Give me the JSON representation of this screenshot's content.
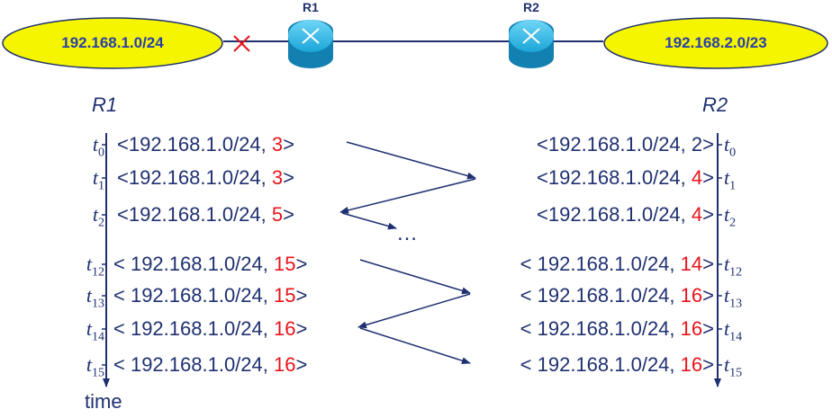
{
  "topology": {
    "left_network": "192.168.1.0/24",
    "right_network": "192.168.2.0/23",
    "routers": [
      "R1",
      "R2"
    ],
    "link_failure_icon": "red-x-icon"
  },
  "timeline": {
    "left_label": "R1",
    "right_label": "R2",
    "time_label": "time",
    "ellipsis": "…",
    "rows": [
      {
        "t": "t",
        "sub": "0",
        "r1_prefix": "<192.168.1.0/24, ",
        "r1_metric": "3",
        "r2_prefix": "<192.168.1.0/24, ",
        "r2_metric": "2",
        "r1_red": true,
        "r2_red": false
      },
      {
        "t": "t",
        "sub": "1",
        "r1_prefix": "<192.168.1.0/24, ",
        "r1_metric": "3",
        "r2_prefix": "<192.168.1.0/24, ",
        "r2_metric": "4",
        "r1_red": true,
        "r2_red": true
      },
      {
        "t": "t",
        "sub": "2",
        "r1_prefix": "<192.168.1.0/24, ",
        "r1_metric": "5",
        "r2_prefix": "<192.168.1.0/24, ",
        "r2_metric": "4",
        "r1_red": true,
        "r2_red": true
      },
      {
        "t": "t",
        "sub": "12",
        "r1_prefix": "< 192.168.1.0/24, ",
        "r1_metric": "15",
        "r2_prefix": "< 192.168.1.0/24, ",
        "r2_metric": "14",
        "r1_red": true,
        "r2_red": true
      },
      {
        "t": "t",
        "sub": "13",
        "r1_prefix": "< 192.168.1.0/24, ",
        "r1_metric": "15",
        "r2_prefix": "< 192.168.1.0/24, ",
        "r2_metric": "16",
        "r1_red": true,
        "r2_red": true
      },
      {
        "t": "t",
        "sub": "14",
        "r1_prefix": "< 192.168.1.0/24, ",
        "r1_metric": "16",
        "r2_prefix": "< 192.168.1.0/24, ",
        "r2_metric": "16",
        "r1_red": true,
        "r2_red": true
      },
      {
        "t": "t",
        "sub": "15",
        "r1_prefix": "< 192.168.1.0/24, ",
        "r1_metric": "16",
        "r2_prefix": "< 192.168.1.0/24, ",
        "r2_metric": "16",
        "r1_red": true,
        "r2_red": true
      }
    ],
    "close": ">"
  },
  "colors": {
    "text": "#1f3070",
    "metric": "#e8141b",
    "network_fill": "#f5f500",
    "router": "#1aa6d8"
  }
}
